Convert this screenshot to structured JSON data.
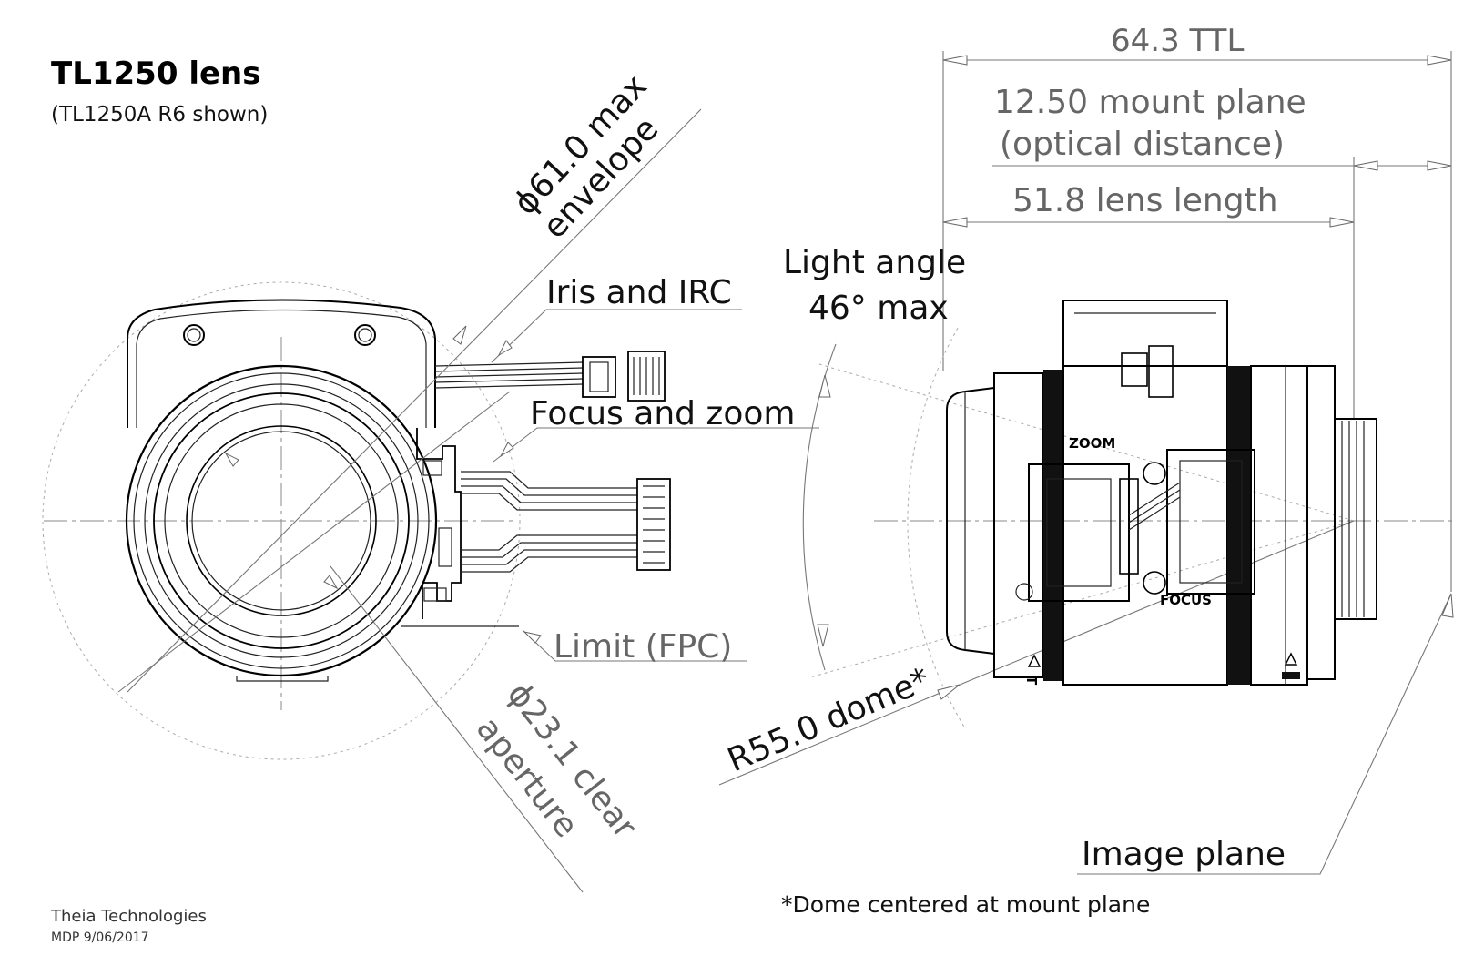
{
  "title": "TL1250 lens",
  "subtitle": "(TL1250A R6 shown)",
  "credit": {
    "company": "Theia Technologies",
    "initials_date": "MDP 9/06/2017"
  },
  "callouts": {
    "envelope_line1": "ϕ61.0 max",
    "envelope_line2": "envelope",
    "iris": "Iris and IRC",
    "focus_zoom": "Focus and zoom",
    "limit": "Limit (FPC)",
    "aperture_line1": "ϕ23.1 clear",
    "aperture_line2": "aperture",
    "light_angle_line1": "Light angle",
    "light_angle_line2": "46° max",
    "dome": "R55.0 dome*",
    "image_plane": "Image plane"
  },
  "dimensions": {
    "ttl": "64.3 TTL",
    "mount_plane_line1": "12.50 mount plane",
    "mount_plane_line2": "(optical distance)",
    "lens_length": "51.8 lens length"
  },
  "body_marks": {
    "zoom": "ZOOM",
    "focus": "FOCUS",
    "tele": "T"
  },
  "footnote": "*Dome centered at mount plane",
  "colors": {
    "ink": "#000000",
    "dimension_gray": "#666666",
    "background": "#ffffff"
  }
}
